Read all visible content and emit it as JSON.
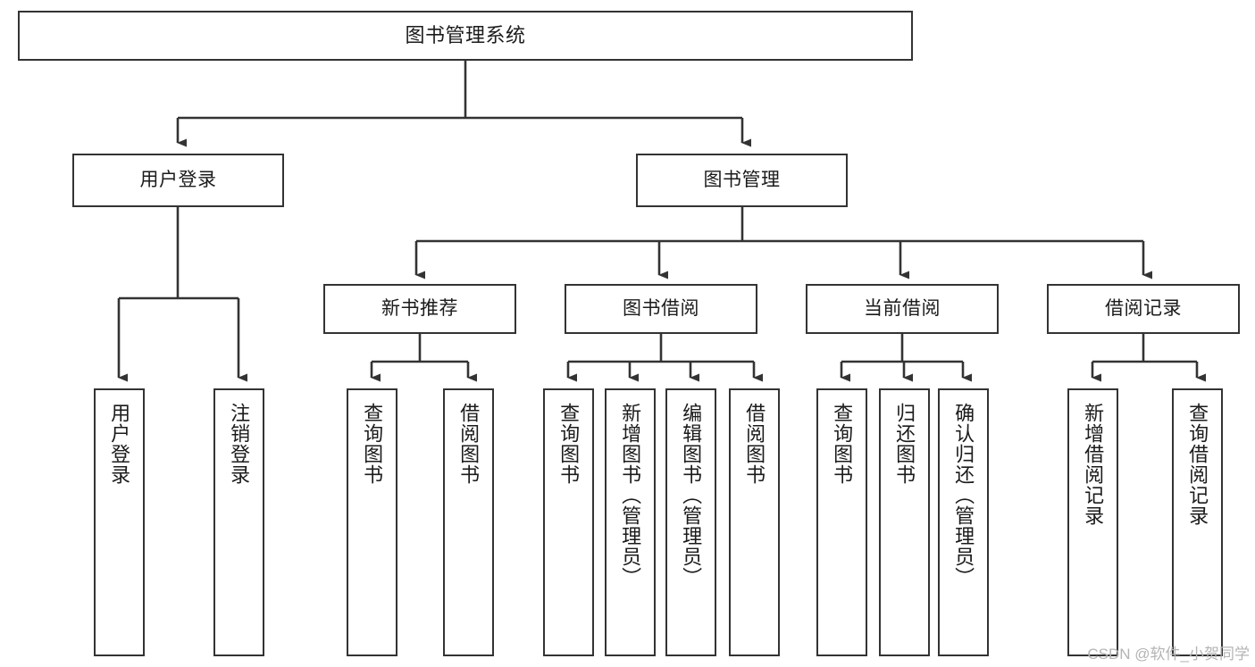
{
  "diagram": {
    "title": "图书管理系统",
    "type": "tree-hierarchy",
    "watermark": "CSDN @软件_小贺同学",
    "colors": {
      "node_border": "#333333",
      "node_fill": "#ffffff",
      "edge": "#333333",
      "text": "#1b1b1b",
      "watermark": "#b4b4b4",
      "background": "#ffffff"
    },
    "nodes": {
      "root": {
        "label": "图书管理系统",
        "orientation": "horizontal",
        "level": 0
      },
      "user_login": {
        "label": "用户登录",
        "orientation": "horizontal",
        "level": 1
      },
      "book_manage": {
        "label": "图书管理",
        "orientation": "horizontal",
        "level": 1
      },
      "new_book_rec": {
        "label": "新书推荐",
        "orientation": "horizontal",
        "level": 2
      },
      "book_borrow": {
        "label": "图书借阅",
        "orientation": "horizontal",
        "level": 2
      },
      "current_borrow": {
        "label": "当前借阅",
        "orientation": "horizontal",
        "level": 2
      },
      "borrow_record": {
        "label": "借阅记录",
        "orientation": "horizontal",
        "level": 2
      },
      "leaf_user_login": {
        "label": "用户登录",
        "orientation": "vertical",
        "level": 3
      },
      "leaf_logout": {
        "label": "注销登录",
        "orientation": "vertical",
        "level": 3
      },
      "leaf_query_book_rec": {
        "label": "查询图书",
        "orientation": "vertical",
        "level": 3
      },
      "leaf_borrow_book_rec": {
        "label": "借阅图书",
        "orientation": "vertical",
        "level": 3
      },
      "leaf_query_book_b": {
        "label": "查询图书",
        "orientation": "vertical",
        "level": 3
      },
      "leaf_add_book": {
        "label": "新增图书（管理员）",
        "orientation": "vertical",
        "level": 3
      },
      "leaf_edit_book": {
        "label": "编辑图书（管理员）",
        "orientation": "vertical",
        "level": 3
      },
      "leaf_borrow_book_b": {
        "label": "借阅图书",
        "orientation": "vertical",
        "level": 3
      },
      "leaf_query_book_c": {
        "label": "查询图书",
        "orientation": "vertical",
        "level": 3
      },
      "leaf_return_book": {
        "label": "归还图书",
        "orientation": "vertical",
        "level": 3
      },
      "leaf_confirm_return": {
        "label": "确认归还（管理员）",
        "orientation": "vertical",
        "level": 3
      },
      "leaf_add_record": {
        "label": "新增借阅记录",
        "orientation": "vertical",
        "level": 3
      },
      "leaf_query_record": {
        "label": "查询借阅记录",
        "orientation": "vertical",
        "level": 3
      }
    },
    "edges": [
      {
        "from": "root",
        "to": "user_login"
      },
      {
        "from": "root",
        "to": "book_manage"
      },
      {
        "from": "book_manage",
        "to": "new_book_rec"
      },
      {
        "from": "book_manage",
        "to": "book_borrow"
      },
      {
        "from": "book_manage",
        "to": "current_borrow"
      },
      {
        "from": "book_manage",
        "to": "borrow_record"
      },
      {
        "from": "user_login",
        "to": "leaf_user_login"
      },
      {
        "from": "user_login",
        "to": "leaf_logout"
      },
      {
        "from": "new_book_rec",
        "to": "leaf_query_book_rec"
      },
      {
        "from": "new_book_rec",
        "to": "leaf_borrow_book_rec"
      },
      {
        "from": "book_borrow",
        "to": "leaf_query_book_b"
      },
      {
        "from": "book_borrow",
        "to": "leaf_add_book"
      },
      {
        "from": "book_borrow",
        "to": "leaf_edit_book"
      },
      {
        "from": "book_borrow",
        "to": "leaf_borrow_book_b"
      },
      {
        "from": "current_borrow",
        "to": "leaf_query_book_c"
      },
      {
        "from": "current_borrow",
        "to": "leaf_return_book"
      },
      {
        "from": "current_borrow",
        "to": "leaf_confirm_return"
      },
      {
        "from": "borrow_record",
        "to": "leaf_add_record"
      },
      {
        "from": "borrow_record",
        "to": "leaf_query_record"
      }
    ]
  }
}
